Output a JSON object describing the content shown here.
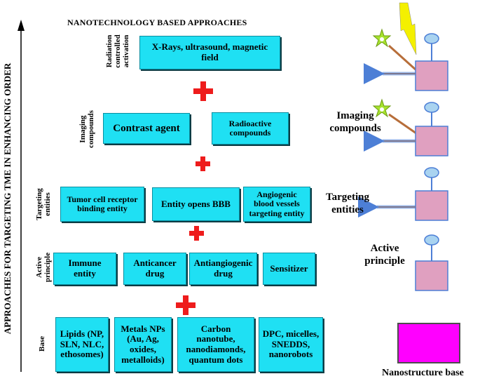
{
  "title": "NANOTECHNOLOGY BASED APPROACHES",
  "vertical_axis_label": "APPROACHES FOR TARGETING TME IN ENHANCING ORDER",
  "rows": {
    "radiation": {
      "label": "Radiation controlled activation",
      "boxes": [
        "X-Rays, ultrasound, magnetic field"
      ]
    },
    "imaging": {
      "label": "Imaging compounds",
      "boxes": [
        "Contrast agent",
        "Radioactive compounds"
      ]
    },
    "targeting": {
      "label": "Targeting entities",
      "boxes": [
        "Tumor cell receptor binding entity",
        "Entity opens BBB",
        "Angiogenic blood vessels targeting entity"
      ]
    },
    "active": {
      "label": "Active principle",
      "boxes": [
        "Immune entity",
        "Anticancer drug",
        "Antiangiogenic drug",
        "Sensitizer"
      ]
    },
    "base": {
      "label": "Base",
      "boxes": [
        "Lipids (NP, SLN, NLC, ethosomes)",
        "Metals NPs (Au, Ag, oxides, metalloids)",
        "Carbon nanotube, nanodiamonds, quantum dots",
        "DPC, micelles, SNEDDS, nanorobots"
      ]
    }
  },
  "right_labels": {
    "imaging": "Imaging compounds",
    "targeting": "Targeting entities",
    "active": "Active principle",
    "base": "Nanostructure base"
  },
  "colors": {
    "box_fill": "#1fe0f3",
    "plus": "#ee1c1c",
    "nanostructure_base": "#ff00ff",
    "carrier_body": "#e0a0c0",
    "bolt": "#f4f000",
    "star": "#a6e22e"
  },
  "icons": [
    "lightning-bolt-icon",
    "star-icon",
    "arrow-left-icon",
    "plus-icon"
  ]
}
